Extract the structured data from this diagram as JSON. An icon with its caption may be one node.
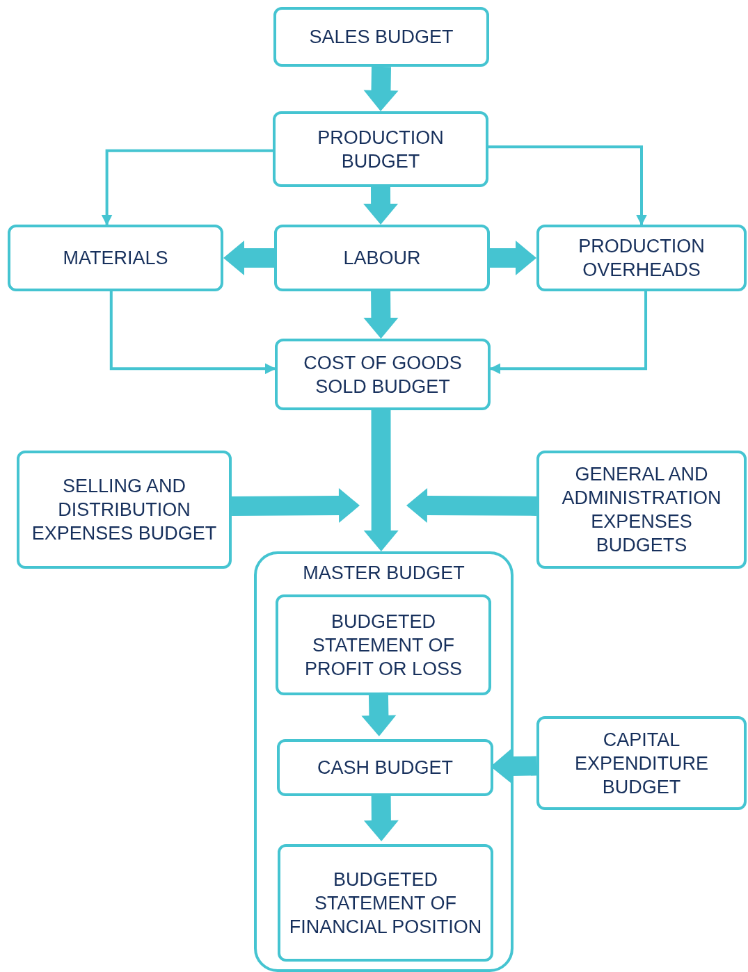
{
  "diagram": {
    "nodes": [
      {
        "text": [
          "SALES BUDGET"
        ]
      },
      {
        "text": [
          "PRODUCTION BUDGET"
        ]
      },
      {
        "text": [
          "MATERIALS"
        ]
      },
      {
        "text": [
          "LABOUR"
        ]
      },
      {
        "text": [
          "PRODUCTION OVERHEADS"
        ]
      },
      {
        "text": [
          "COST OF GOODS SOLD BUDGET"
        ]
      },
      {
        "text": [
          "SELLING AND DISTRIBUTION EXPENSES BUDGET"
        ]
      },
      {
        "text": [
          "GENERAL AND ADMINISTRATION EXPENSES BUDGETS"
        ]
      },
      {
        "text": [
          "MASTER BUDGET"
        ]
      },
      {
        "text": [
          "BUDGETED STATEMENT OF PROFIT OR LOSS"
        ],
        "in": 8
      },
      {
        "text": [
          "CASH BUDGET"
        ],
        "in": 8
      },
      {
        "text": [
          "BUDGETED STATEMENT OF FINANCIAL POSITION"
        ],
        "in": 8
      },
      {
        "text": [
          "CAPITAL EXPENDITURE BUDGET"
        ]
      }
    ],
    "edges": [
      {
        "from": 0,
        "to": 1,
        "arrow": "to",
        "style": "thick"
      },
      {
        "from": 1,
        "to": 2,
        "arrow": "to"
      },
      {
        "from": 1,
        "to": 3,
        "arrow": "to",
        "style": "thick"
      },
      {
        "from": 1,
        "to": 4,
        "arrow": "to"
      },
      {
        "from": 3,
        "to": 2,
        "arrow": "to",
        "style": "thick"
      },
      {
        "from": 3,
        "to": 4,
        "arrow": "to",
        "style": "thick"
      },
      {
        "from": 3,
        "to": 5,
        "arrow": "to",
        "style": "thick"
      },
      {
        "from": 2,
        "to": 5,
        "arrow": "to"
      },
      {
        "from": 4,
        "to": 5,
        "arrow": "to"
      },
      {
        "from": 5,
        "to": 8,
        "arrow": "to",
        "style": "thick"
      },
      {
        "from": 6,
        "to": null,
        "arrow": "to",
        "style": "thick"
      },
      {
        "from": 7,
        "to": null,
        "arrow": "to",
        "style": "thick"
      },
      {
        "from": 9,
        "to": 10,
        "arrow": "to",
        "style": "thick"
      },
      {
        "from": 10,
        "to": 11,
        "arrow": "to",
        "style": "thick"
      },
      {
        "from": 12,
        "to": 10,
        "arrow": "to",
        "style": "thick"
      }
    ]
  }
}
